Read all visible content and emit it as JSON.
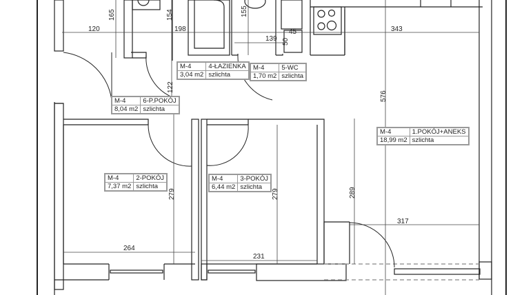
{
  "plan": {
    "rooms": [
      {
        "id": "room-1",
        "code": "M-4",
        "name": "1.POKÓJ+ANEKS",
        "area": "18,99 m2",
        "floor": "szlichta"
      },
      {
        "id": "room-2",
        "code": "M-4",
        "name": "2-POKÓJ",
        "area": "7,37 m2",
        "floor": "szlichta"
      },
      {
        "id": "room-3",
        "code": "M-4",
        "name": "3-POKÓJ",
        "area": "6,44 m2",
        "floor": "szlichta"
      },
      {
        "id": "room-4",
        "code": "M-4",
        "name": "4-ŁAZIENKA",
        "area": "3,04 m2",
        "floor": "szlichta"
      },
      {
        "id": "room-5",
        "code": "M-4",
        "name": "5-WC",
        "area": "1,70 m2",
        "floor": "szlichta"
      },
      {
        "id": "room-6",
        "code": "M-4",
        "name": "6-P.POKÓJ",
        "area": "8,04 m2",
        "floor": "szlichta"
      }
    ],
    "dimensions": {
      "d120": "120",
      "d165": "165",
      "d198": "198",
      "d154": "154",
      "d155": "155",
      "d139": "139",
      "d45": "45",
      "d50": "50",
      "d343": "343",
      "d122": "122",
      "d576": "576",
      "d279a": "279",
      "d279b": "279",
      "d289": "289",
      "d264": "264",
      "d231": "231",
      "d317": "317"
    },
    "stove_icon": "stove-icon",
    "bathtub_icon": "bathtub-icon",
    "toilet_icon": "toilet-icon",
    "washbasin_icon": "washbasin-icon"
  }
}
